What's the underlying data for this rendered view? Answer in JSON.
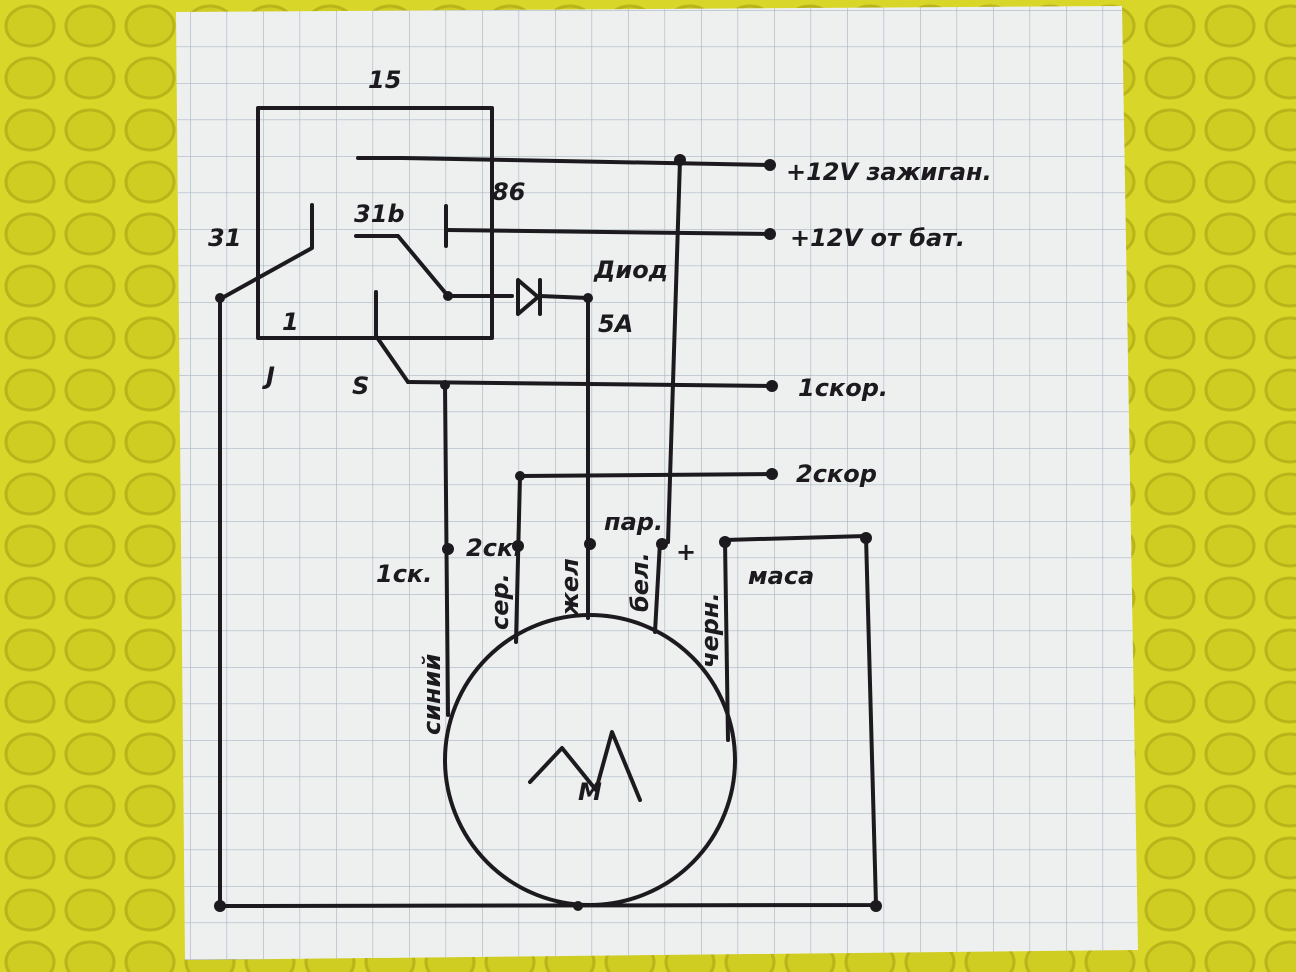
{
  "colors": {
    "background": "#d9d62a",
    "paper": "#eef0f0",
    "grid": "#a9b6c4",
    "ink": "#1c1a1e"
  },
  "relay": {
    "pin_15": "15",
    "pin_86": "86",
    "pin_31": "31",
    "pin_31b": "31b",
    "pin_1": "1",
    "pin_J": "J",
    "pin_S": "S"
  },
  "diode": {
    "label": "Диод",
    "rating": "5A"
  },
  "terminals": {
    "ignition": "+12V зажиган.",
    "battery": "+12V от бат.",
    "speed1": "1скор.",
    "speed2": "2скор"
  },
  "motor": {
    "symbol": "M",
    "pins": {
      "sp1": "1ск.",
      "sp2": "2ск.",
      "park": "пар.",
      "plus": "+",
      "ground": "маса"
    },
    "wires": {
      "blue": "синий",
      "gray": "сер.",
      "yellow": "жел",
      "white": "бел.",
      "black": "черн."
    }
  }
}
